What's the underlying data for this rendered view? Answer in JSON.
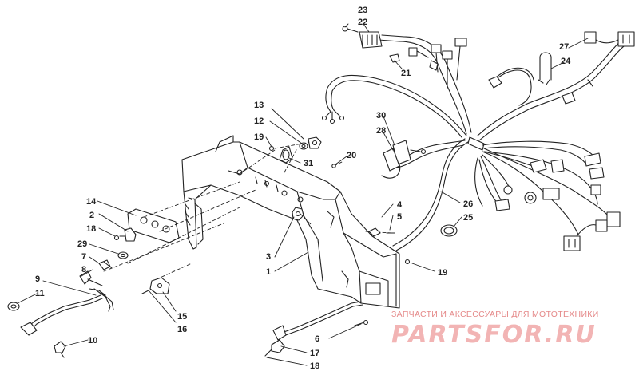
{
  "diagram": {
    "callouts": [
      {
        "id": "c23",
        "label": "23"
      },
      {
        "id": "c22",
        "label": "22"
      },
      {
        "id": "c21",
        "label": "21"
      },
      {
        "id": "c27",
        "label": "27"
      },
      {
        "id": "c24",
        "label": "24"
      },
      {
        "id": "c13",
        "label": "13"
      },
      {
        "id": "c12",
        "label": "12"
      },
      {
        "id": "c19a",
        "label": "19"
      },
      {
        "id": "c31",
        "label": "31"
      },
      {
        "id": "c20",
        "label": "20"
      },
      {
        "id": "c30",
        "label": "30"
      },
      {
        "id": "c28",
        "label": "28"
      },
      {
        "id": "c26",
        "label": "26"
      },
      {
        "id": "c25",
        "label": "25"
      },
      {
        "id": "c14",
        "label": "14"
      },
      {
        "id": "c2",
        "label": "2"
      },
      {
        "id": "c18a",
        "label": "18"
      },
      {
        "id": "c4",
        "label": "4"
      },
      {
        "id": "c5",
        "label": "5"
      },
      {
        "id": "c29",
        "label": "29"
      },
      {
        "id": "c7",
        "label": "7"
      },
      {
        "id": "c8",
        "label": "8"
      },
      {
        "id": "c3",
        "label": "3"
      },
      {
        "id": "c1",
        "label": "1"
      },
      {
        "id": "c19b",
        "label": "19"
      },
      {
        "id": "c9",
        "label": "9"
      },
      {
        "id": "c11",
        "label": "11"
      },
      {
        "id": "c15",
        "label": "15"
      },
      {
        "id": "c16",
        "label": "16"
      },
      {
        "id": "c6",
        "label": "6"
      },
      {
        "id": "c10",
        "label": "10"
      },
      {
        "id": "c17",
        "label": "17"
      },
      {
        "id": "c18b",
        "label": "18"
      }
    ]
  },
  "watermark": {
    "tagline": "ЗАПЧАСТИ И АКСЕССУАРЫ ДЛЯ МОТОТЕХНИКИ",
    "logo": "PARTSFOR.RU"
  }
}
